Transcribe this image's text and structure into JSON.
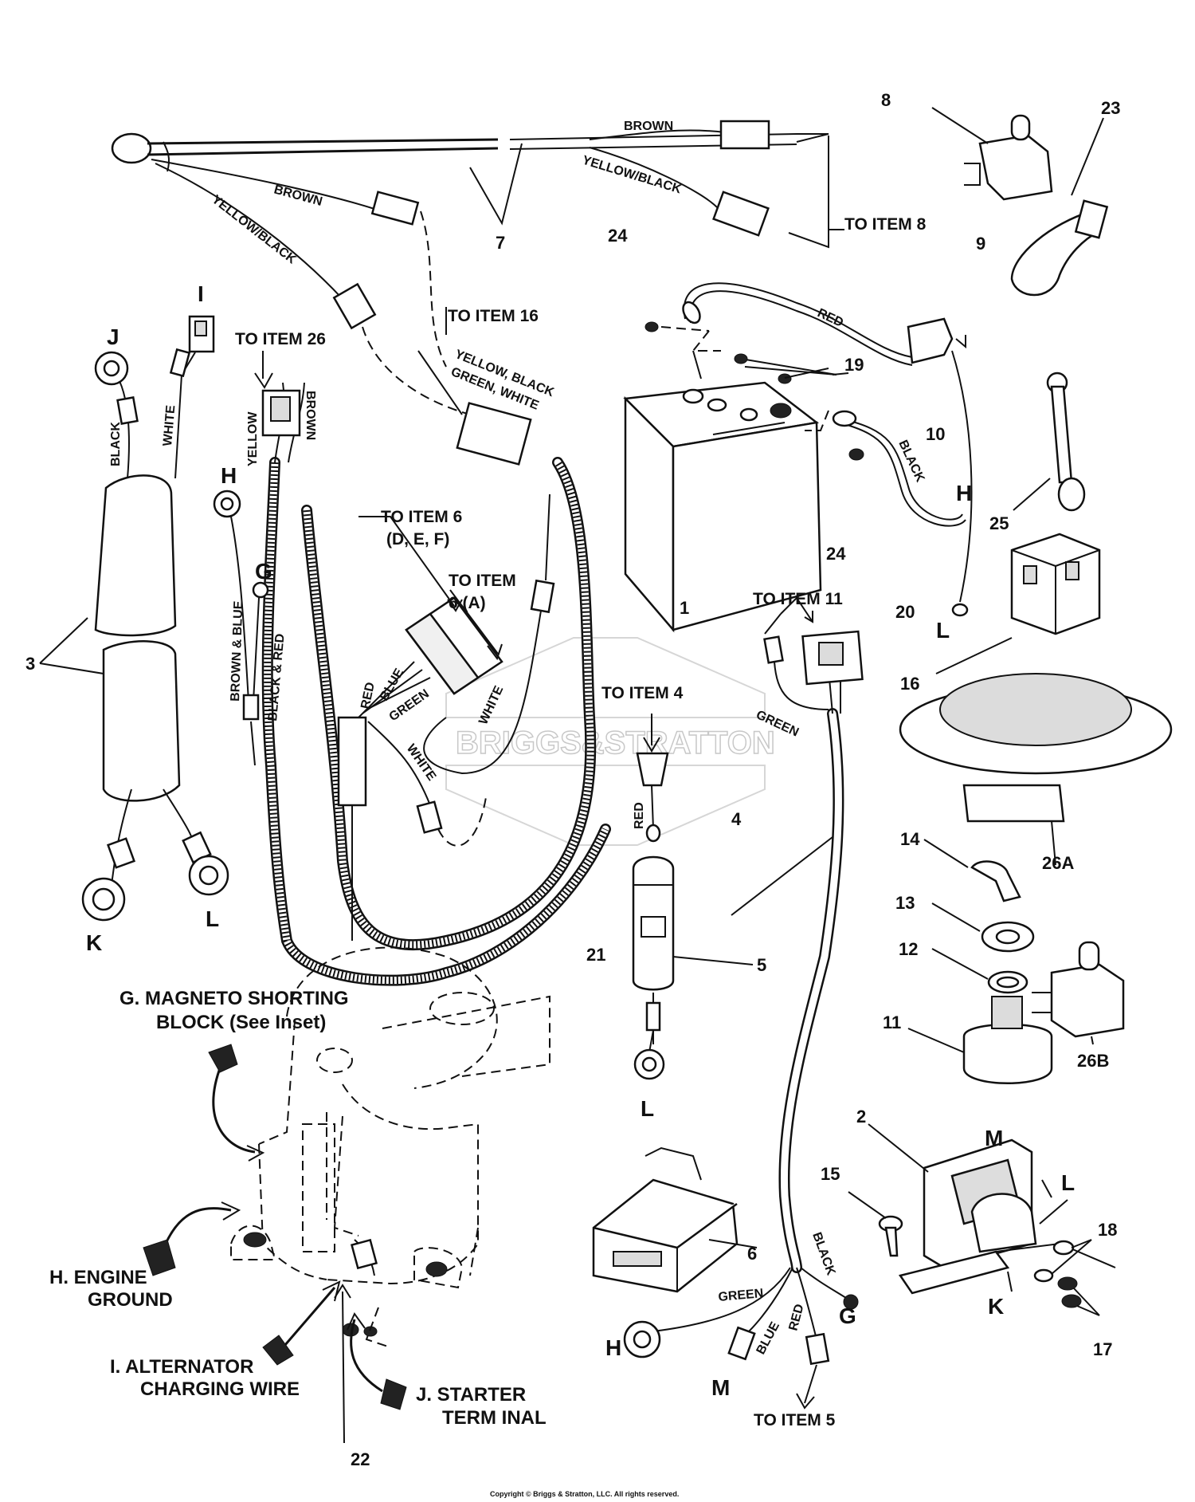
{
  "labels": {
    "to_item_8": "TO ITEM 8",
    "to_item_16": "TO ITEM 16",
    "to_item_26": "TO ITEM 26",
    "to_item_6_def": "TO ITEM 6",
    "to_item_6_def_sub": "(D, E, F)",
    "to_item_6_a": "TO ITEM",
    "to_item_6_a_sub": "6 (A)",
    "to_item_4": "TO ITEM 4",
    "to_item_11": "TO ITEM 11",
    "to_item_5": "TO ITEM 5"
  },
  "wire_colors": {
    "brown": "BROWN",
    "yellow_black": "YELLOW/BLACK",
    "red": "RED",
    "black": "BLACK",
    "white": "WHITE",
    "yellow": "YELLOW",
    "green": "GREEN",
    "blue": "BLUE",
    "brown_blue": "BROWN & BLUE",
    "black_red": "BLACK & RED",
    "connector_16_line1": "YELLOW, BLACK",
    "connector_16_line2": "GREEN, WHITE"
  },
  "part_numbers": [
    "1",
    "2",
    "3",
    "4",
    "5",
    "6",
    "7",
    "8",
    "9",
    "10",
    "11",
    "12",
    "13",
    "14",
    "15",
    "16",
    "17",
    "18",
    "19",
    "20",
    "21",
    "22",
    "23",
    "24",
    "25",
    "26A",
    "26B"
  ],
  "connection_letters": {
    "g": "G",
    "h": "H",
    "i": "I",
    "j": "J",
    "k": "K",
    "l": "L",
    "m": "M"
  },
  "engine_callouts": {
    "g_line1": "G.  MAGNETO SHORTING",
    "g_line2": "BLOCK (See Inset)",
    "h_line1": "H.  ENGINE",
    "h_line2": "GROUND",
    "i_line1": "I.  ALTERNATOR",
    "i_line2": "CHARGING WIRE",
    "j_line1": "J.  STARTER",
    "j_line2": "TERM INAL"
  },
  "watermark": "BRIGGS&STRATTON",
  "copyright": "Copyright © Briggs & Stratton, LLC. All rights reserved."
}
